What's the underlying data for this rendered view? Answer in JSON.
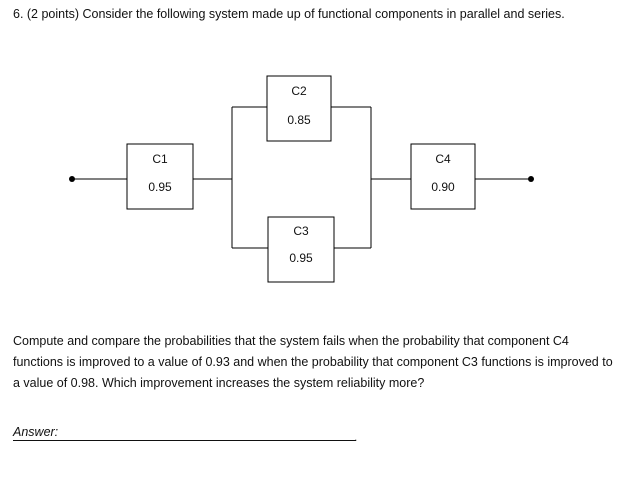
{
  "question": {
    "text": "6. (2 points) Consider the following system made up of functional components in parallel and series."
  },
  "components": [
    {
      "name": "C1",
      "value": "0.95"
    },
    {
      "name": "C2",
      "value": "0.85"
    },
    {
      "name": "C3",
      "value": "0.95"
    },
    {
      "name": "C4",
      "value": "0.90"
    }
  ],
  "prompt": {
    "text": "Compute and compare the probabilities that the system fails when the probability that component C4 functions is improved to a value of 0.93 and when the probability that component C3 functions is improved to a value of 0.98. Which improvement increases the system reliability more?"
  },
  "answer": {
    "label": "Answer:",
    "dot": "."
  }
}
